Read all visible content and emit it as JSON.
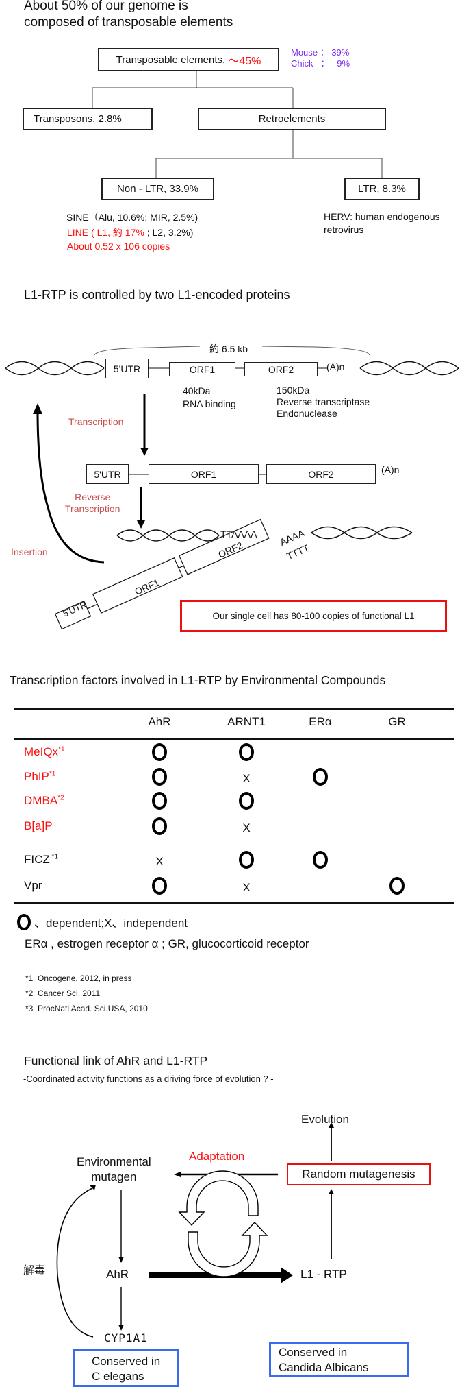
{
  "section1": {
    "title_line1": "About 50% of our genome is",
    "title_line2": "composed of transposable elements",
    "root_label": "Transposable elements, ",
    "root_value": "～45%",
    "species_notes": [
      {
        "name": "Mouse",
        "sep": "：",
        "value": "39%"
      },
      {
        "name": "Chick",
        "sep": "：",
        "value": "9%"
      }
    ],
    "transposons": "Transposons,  2.8%",
    "retroelements": "Retroelements",
    "non_ltr": "Non - LTR, 33.9%",
    "ltr": "LTR, 8.3%",
    "sine": "SINE（Alu, 10.6%; MIR, 2.5%)",
    "line_red": "LINE ( L1,  約 17% ",
    "line_black": "; L2, 3.2%)",
    "copies": "About 0.52 x 106  copies",
    "herv_line1": "HERV: human endogenous",
    "herv_line2": "retrovirus"
  },
  "section2": {
    "title": "L1-RTP is controlled by two L1-encoded proteins",
    "length": "約 6.5 kb",
    "utr": "5'UTR",
    "orf1": "ORF1",
    "orf2": "ORF2",
    "polya": "(A)n",
    "orf1_size": "40kDa",
    "orf1_func": "RNA binding",
    "orf2_size": "150kDa",
    "orf2_func1": "Reverse transcriptase",
    "orf2_func2": "Endonuclease",
    "transcription": "Transcription",
    "reverse_line1": "Reverse",
    "reverse_line2": "Transcription",
    "insertion": "Insertion",
    "ttaaaa": "TTAAAA",
    "aaaa": "AAAA",
    "tttt": "TTTT",
    "callout": "Our single cell has 80-100 copies of functional L1"
  },
  "section3": {
    "title": "Transcription factors involved in L1-RTP by Environmental Compounds",
    "columns": [
      "AhR",
      "ARNT1",
      "ERα",
      "GR"
    ],
    "rows": [
      {
        "name": "MeIQx",
        "sup": "*1",
        "color": "#ff1010",
        "cells": [
          "O",
          "O",
          "",
          ""
        ]
      },
      {
        "name": "PhIP",
        "sup": "*1",
        "color": "#ff1010",
        "cells": [
          "O",
          "X",
          "O",
          ""
        ]
      },
      {
        "name": "DMBA",
        "sup": "*2",
        "color": "#ff1010",
        "cells": [
          "O",
          "O",
          "",
          ""
        ]
      },
      {
        "name": "B[a]P",
        "sup": "",
        "color": "#ff1010",
        "cells": [
          "O",
          "X",
          "",
          ""
        ]
      },
      {
        "name": "FICZ",
        "sup": " *1",
        "color": "#111111",
        "cells": [
          "X",
          "O",
          "O",
          ""
        ]
      },
      {
        "name": "Vpr",
        "sup": "",
        "color": "#111111",
        "cells": [
          "O",
          "X",
          "",
          "O"
        ]
      }
    ],
    "legend": "、dependent;X、independent",
    "abbrev": "ERα , estrogen receptor α ;  GR, glucocorticoid receptor",
    "refs": [
      {
        "mark": "*1",
        "text": "Oncogene, 2012, in press"
      },
      {
        "mark": "*2",
        "text": "Cancer  Sci, 2011"
      },
      {
        "mark": "*3",
        "text": "ProcNatl Acad. Sci.USA, 2010"
      }
    ]
  },
  "section4": {
    "title": "Functional link of AhR and L1-RTP",
    "subtitle": "-Coordinated activity functions as a driving force of evolution ? -",
    "evolution": "Evolution",
    "adaptation": "Adaptation",
    "env_line1": "Environmental",
    "env_line2": "mutagen",
    "random": "Random mutagenesis",
    "detox": "解毒",
    "ahr": "AhR",
    "l1rtp": "L1 - RTP",
    "cyp": "CYP1A1",
    "celegans_line1": "Conserved in",
    "celegans_line2": "C elegans",
    "candida_line1": "Conserved in",
    "candida_line2": "Candida Albicans"
  },
  "colors": {
    "red": "#ff1010",
    "purple": "#7b2cf0",
    "dark_red": "#c85050",
    "blue_box": "#3b6af0"
  }
}
